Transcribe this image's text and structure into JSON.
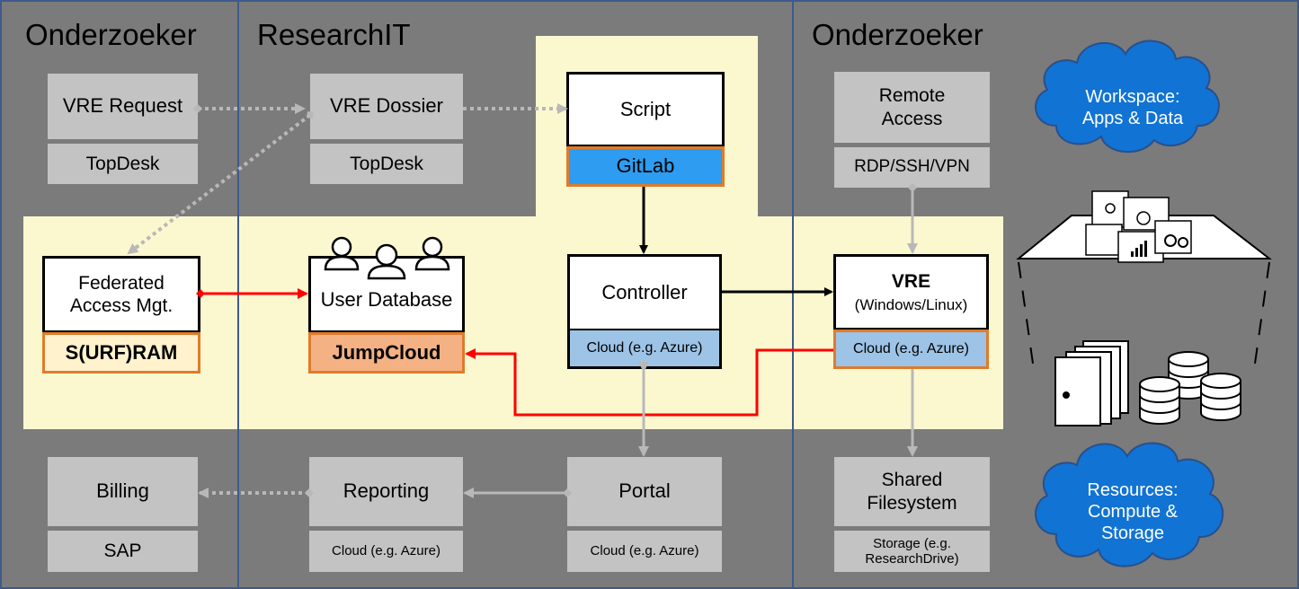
{
  "lanes": {
    "left": "Onderzoeker",
    "middle": "ResearchIT",
    "right": "Onderzoeker"
  },
  "nodes": {
    "vre_request": {
      "title": "VRE Request",
      "sub": "TopDesk"
    },
    "vre_dossier": {
      "title": "VRE Dossier",
      "sub": "TopDesk"
    },
    "script": {
      "title": "Script",
      "sub": "GitLab"
    },
    "remote_access": {
      "title_line1": "Remote",
      "title_line2": "Access",
      "sub": "RDP/SSH/VPN"
    },
    "federated": {
      "title_line1": "Federated",
      "title_line2": "Access Mgt.",
      "sub": "S(URF)RAM"
    },
    "user_db": {
      "title": "User Database",
      "sub": "JumpCloud"
    },
    "controller": {
      "title": "Controller",
      "sub": "Cloud (e.g. Azure)"
    },
    "vre": {
      "title": "VRE",
      "title_sub": "(Windows/Linux)",
      "sub": "Cloud (e.g. Azure)"
    },
    "billing": {
      "title": "Billing",
      "sub": "SAP"
    },
    "reporting": {
      "title": "Reporting",
      "sub": "Cloud (e.g. Azure)"
    },
    "portal": {
      "title": "Portal",
      "sub": "Cloud (e.g. Azure)"
    },
    "shared_fs": {
      "title_line1": "Shared",
      "title_line2": "Filesystem",
      "sub_line1": "Storage (e.g.",
      "sub_line2": "ResearchDrive)"
    }
  },
  "clouds": {
    "workspace": {
      "line1": "Workspace:",
      "line2": "Apps & Data"
    },
    "resources": {
      "line1": "Resources:",
      "line2": "Compute &",
      "line3": "Storage"
    }
  },
  "colors": {
    "background": "#7b7b7b",
    "highlight": "#fbf7cf",
    "gitlab_blue": "#2e9cf0",
    "cloud_blue": "#9dc3e6",
    "jumpcloud_orange": "#f4b183",
    "orange_border": "#e07b2a",
    "red_link": "#ff0000",
    "cloud_fill": "#1173d4"
  },
  "icons": {
    "workspace_screens": "application-windows-icon",
    "servers": "server-stack-icon",
    "databases": "database-stack-icon",
    "users": "users-icon"
  }
}
